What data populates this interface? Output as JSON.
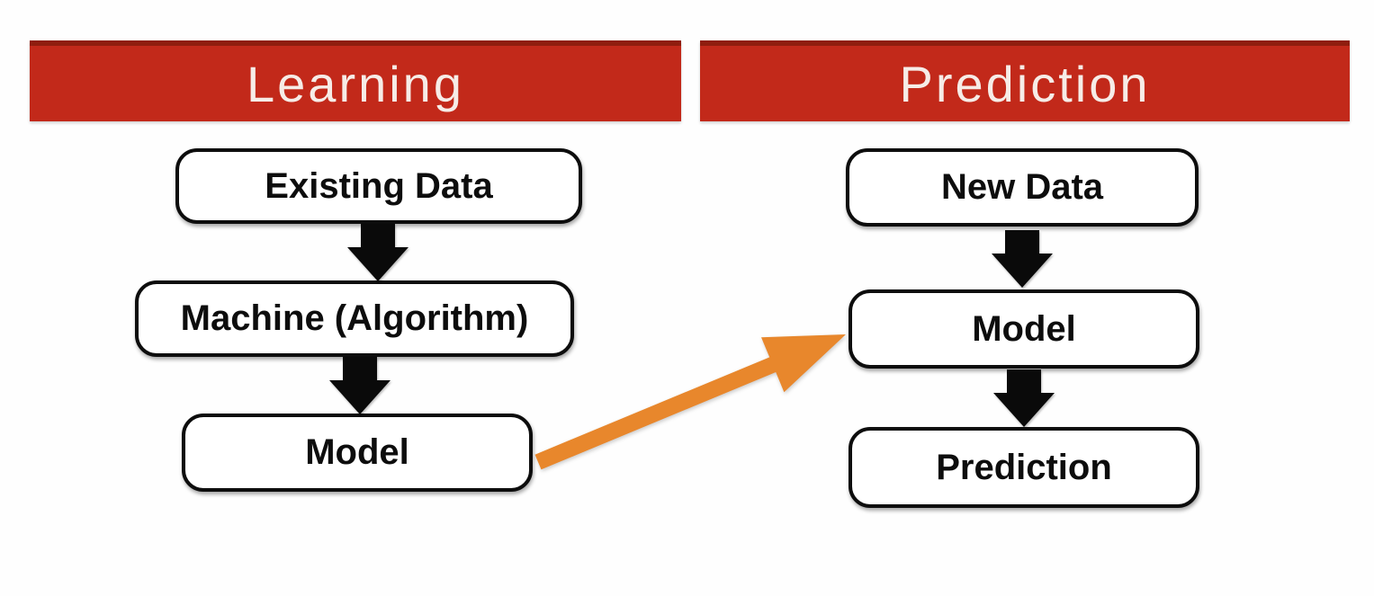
{
  "colors": {
    "background": "#fefefe",
    "banner_red": "#c2291a",
    "banner_top_edge": "#8f1d0e",
    "banner_text": "#f6ece7",
    "box_fill": "#ffffff",
    "box_border": "#0d0d0d",
    "arrow_black": "#0a0a0a",
    "arrow_orange": "#e8872c"
  },
  "learning": {
    "header": "Learning",
    "nodes": [
      {
        "label": "Existing Data"
      },
      {
        "label": "Machine (Algorithm)"
      },
      {
        "label": "Model"
      }
    ]
  },
  "prediction": {
    "header": "Prediction",
    "nodes": [
      {
        "label": "New Data"
      },
      {
        "label": "Model"
      },
      {
        "label": "Prediction"
      }
    ]
  }
}
